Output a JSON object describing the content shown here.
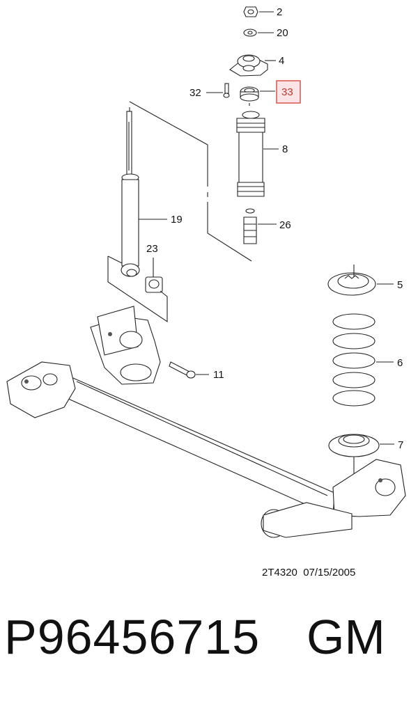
{
  "callouts": {
    "c2": "2",
    "c20": "20",
    "c4": "4",
    "c32": "32",
    "c33": "33",
    "c8": "8",
    "c26": "26",
    "c19": "19",
    "c23": "23",
    "c5": "5",
    "c6": "6",
    "c11": "11",
    "c7": "7"
  },
  "highlight_color": "#c0392b",
  "drawing_stamp": "2T4320  07/15/2005",
  "footer": {
    "part_number": "P96456715",
    "brand": "GM"
  }
}
